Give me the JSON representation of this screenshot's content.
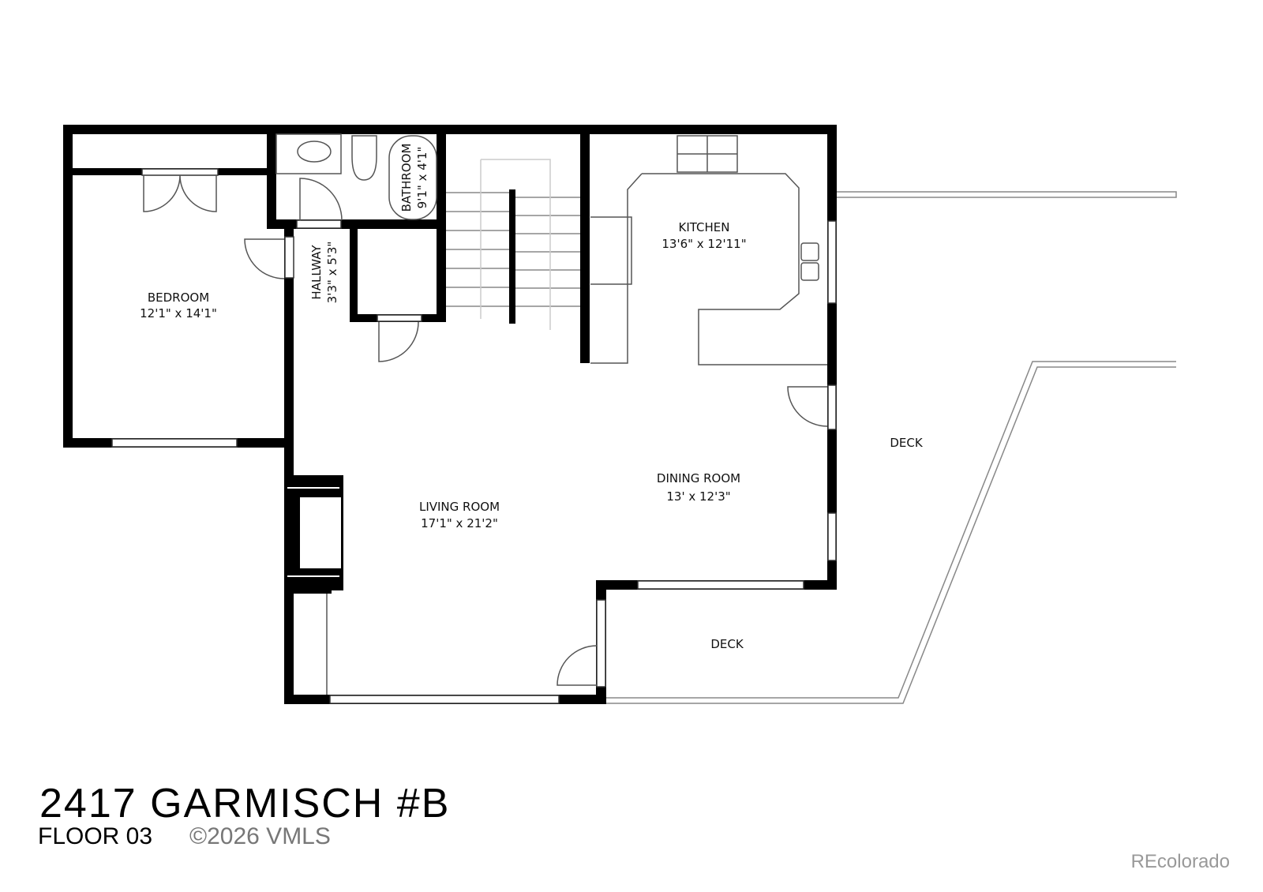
{
  "title": "2417 GARMISCH #B",
  "floor": "FLOOR 03",
  "watermark": "©2026 VMLS",
  "brand": "REcolorado",
  "rooms": {
    "bedroom": {
      "name": "BEDROOM",
      "size": "12'1\" x 14'1\""
    },
    "bathroom": {
      "name": "BATHROOM",
      "size": "9'1\" x 4'1\""
    },
    "hallway": {
      "name": "HALLWAY",
      "size": "3'3\" x 5'3\""
    },
    "kitchen": {
      "name": "KITCHEN",
      "size": "13'6\" x 12'11\""
    },
    "dining": {
      "name": "DINING ROOM",
      "size": "13' x 12'3\""
    },
    "living": {
      "name": "LIVING ROOM",
      "size": "17'1\" x 21'2\""
    },
    "deck_upper": {
      "name": "DECK"
    },
    "deck_lower": {
      "name": "DECK"
    }
  }
}
